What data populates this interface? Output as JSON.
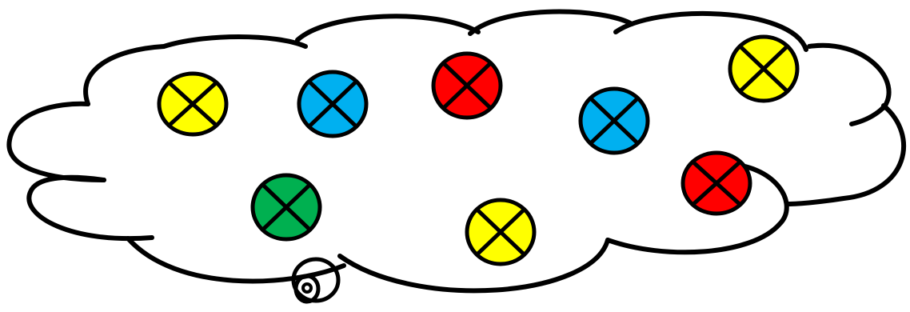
{
  "colors": {
    "yellow": "#ffff00",
    "blue": "#00b0f0",
    "red": "#ff0000",
    "green": "#00b050",
    "outline": "#000000",
    "background": "#ffffff"
  },
  "cloud": {
    "shape": "thought-cloud",
    "fill": "#ffffff"
  },
  "lamps": [
    {
      "icon": "lamp-symbol-icon",
      "color": "yellow"
    },
    {
      "icon": "lamp-symbol-icon",
      "color": "blue"
    },
    {
      "icon": "lamp-symbol-icon",
      "color": "red"
    },
    {
      "icon": "lamp-symbol-icon",
      "color": "blue"
    },
    {
      "icon": "lamp-symbol-icon",
      "color": "yellow"
    },
    {
      "icon": "lamp-symbol-icon",
      "color": "green"
    },
    {
      "icon": "lamp-symbol-icon",
      "color": "yellow"
    },
    {
      "icon": "lamp-symbol-icon",
      "color": "red"
    }
  ]
}
